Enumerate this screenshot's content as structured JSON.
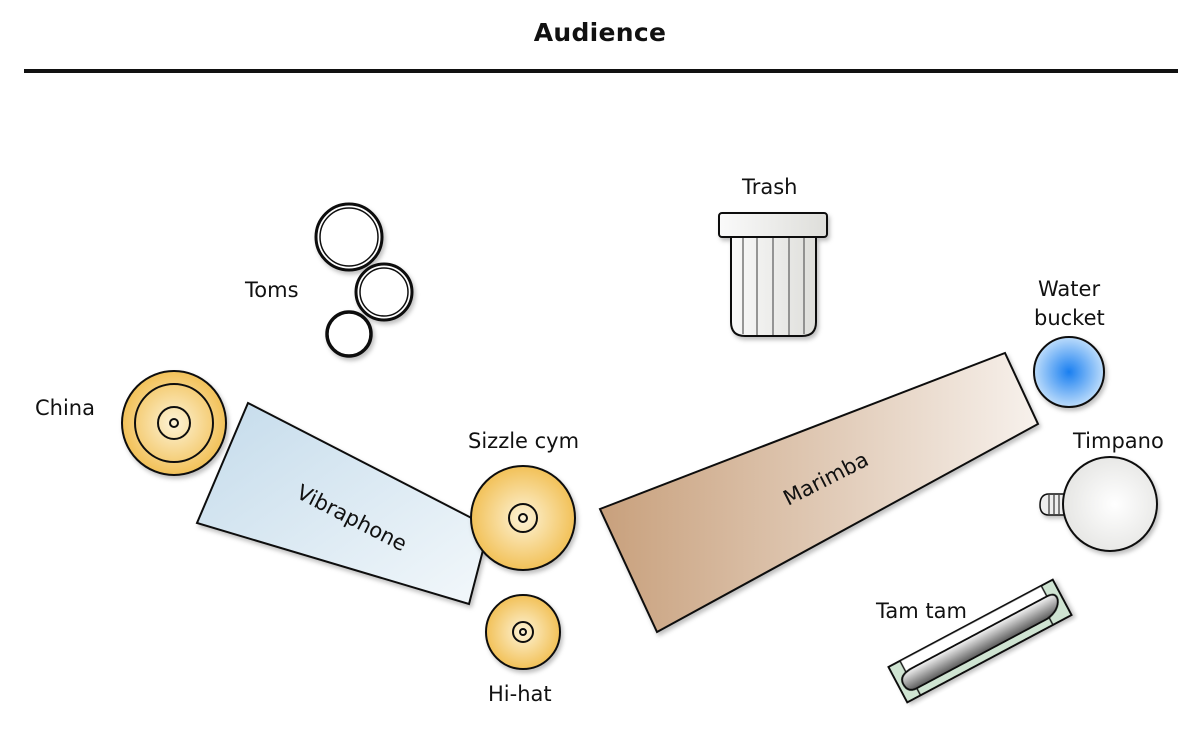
{
  "header": {
    "title": "Audience"
  },
  "instruments": {
    "toms": {
      "label": "Toms"
    },
    "china": {
      "label": "China",
      "color": "#f5c75a"
    },
    "vibraphone": {
      "label": "Vibraphone",
      "color": "#c8dcea"
    },
    "sizzle": {
      "label": "Sizzle cym",
      "color": "#f5c75a"
    },
    "hihat": {
      "label": "Hi-hat",
      "color": "#f5c75a"
    },
    "trash": {
      "label": "Trash"
    },
    "marimba": {
      "label": "Marimba",
      "color": "#c9a07c"
    },
    "water": {
      "label_line1": "Water",
      "label_line2": "bucket",
      "color": "#3f97f0"
    },
    "timpano": {
      "label": "Timpano"
    },
    "tamtam": {
      "label": "Tam tam",
      "color": "#c9e0cc"
    }
  }
}
